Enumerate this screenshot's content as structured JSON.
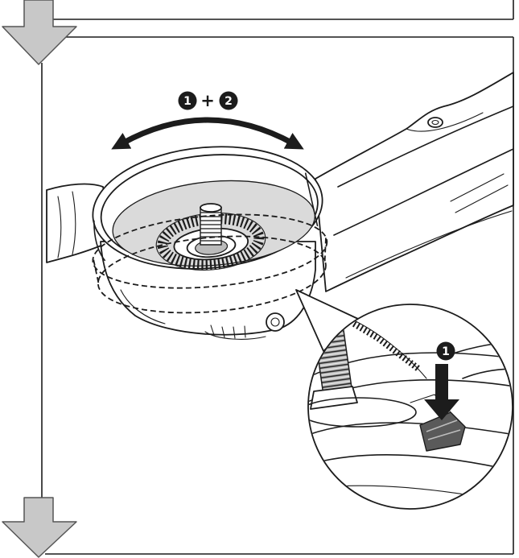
{
  "rotation_label": {
    "first_step": "1",
    "joiner": "+",
    "second_step": "2"
  },
  "inset_label": {
    "step": "1"
  },
  "colors": {
    "ink": "#1c1c1c",
    "flow_arrow": "#c8c8c8",
    "disc_face": "#dadada",
    "lever": "#5a5a5a"
  }
}
